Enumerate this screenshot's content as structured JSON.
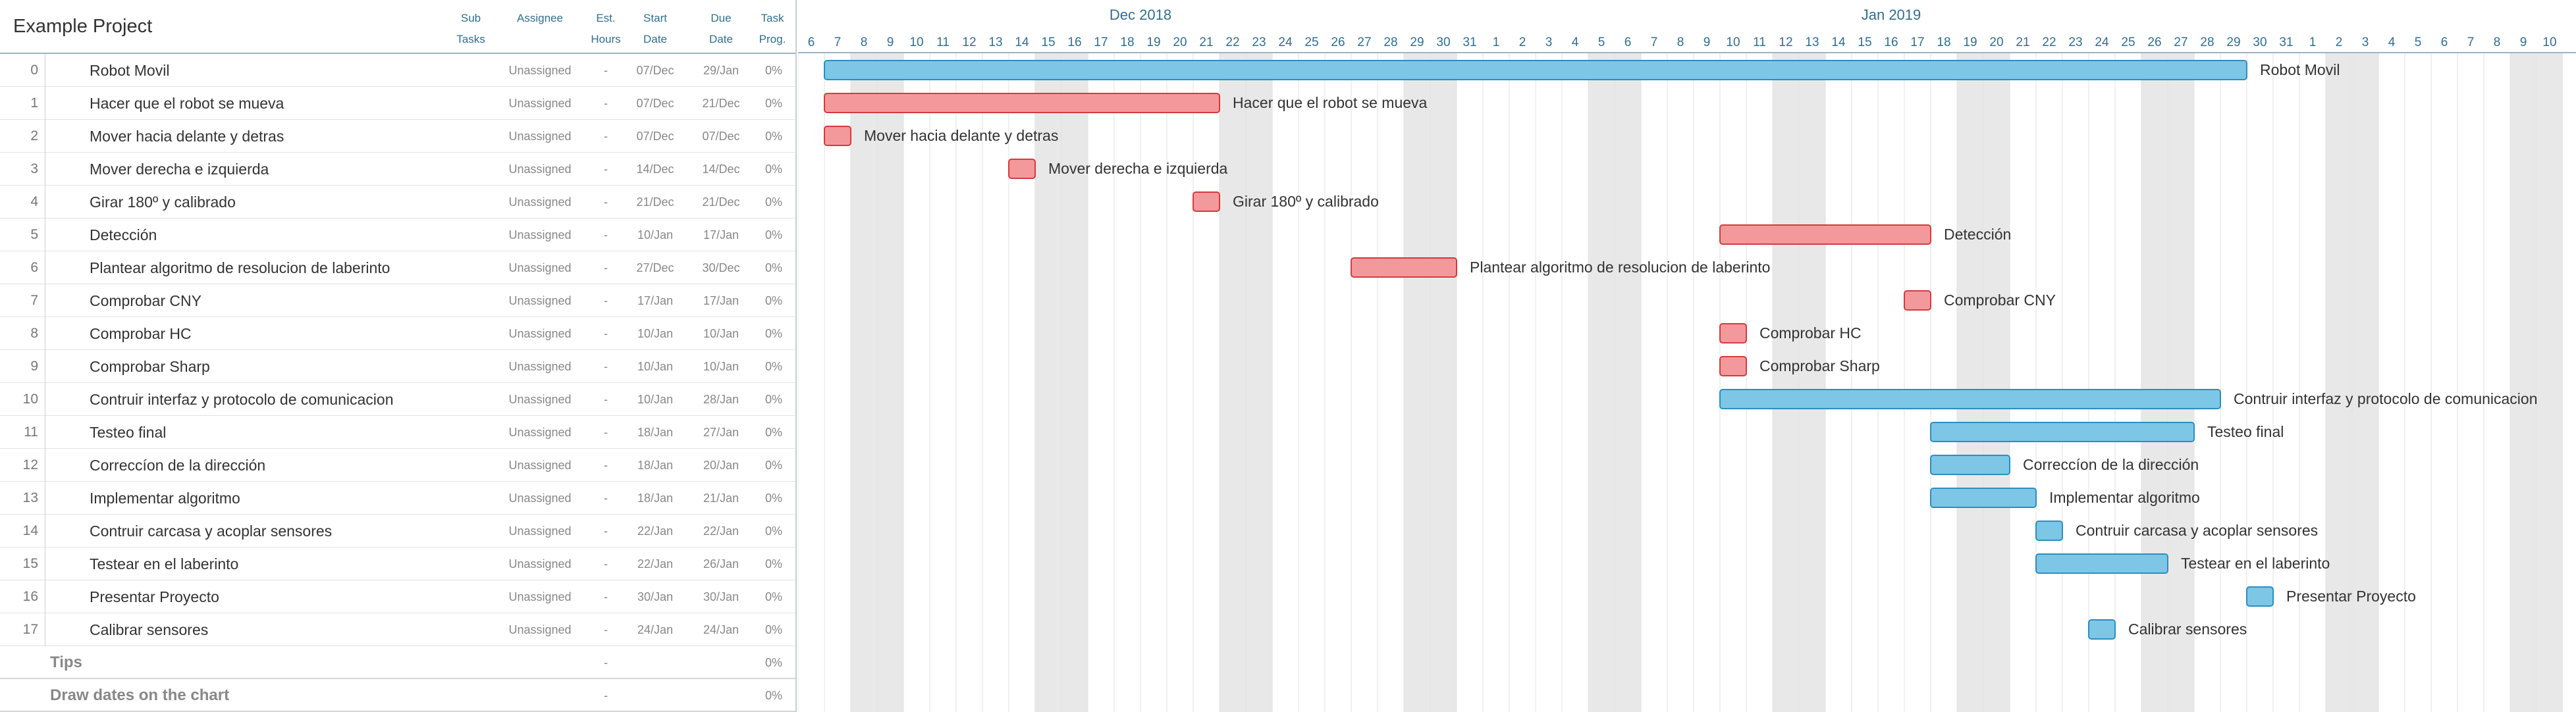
{
  "project": {
    "title": "Example Project"
  },
  "columns": {
    "sub_tasks": [
      "Sub",
      "Tasks"
    ],
    "assignee": "Assignee",
    "est_hours": [
      "Est.",
      "Hours"
    ],
    "start_date": [
      "Start",
      "Date"
    ],
    "due_date": [
      "Due",
      "Date"
    ],
    "task_prog": [
      "Task",
      "Prog."
    ]
  },
  "tasks": [
    {
      "idx": "0",
      "name": "Robot Movil",
      "assignee": "Unassigned",
      "hours": "-",
      "start": "07/Dec",
      "due": "29/Jan",
      "prog": "0%"
    },
    {
      "idx": "1",
      "name": "Hacer que el robot se mueva",
      "assignee": "Unassigned",
      "hours": "-",
      "start": "07/Dec",
      "due": "21/Dec",
      "prog": "0%"
    },
    {
      "idx": "2",
      "name": "Mover hacia delante y detras",
      "assignee": "Unassigned",
      "hours": "-",
      "start": "07/Dec",
      "due": "07/Dec",
      "prog": "0%"
    },
    {
      "idx": "3",
      "name": "Mover derecha e izquierda",
      "assignee": "Unassigned",
      "hours": "-",
      "start": "14/Dec",
      "due": "14/Dec",
      "prog": "0%"
    },
    {
      "idx": "4",
      "name": "Girar 180º y calibrado",
      "assignee": "Unassigned",
      "hours": "-",
      "start": "21/Dec",
      "due": "21/Dec",
      "prog": "0%"
    },
    {
      "idx": "5",
      "name": "Detección",
      "assignee": "Unassigned",
      "hours": "-",
      "start": "10/Jan",
      "due": "17/Jan",
      "prog": "0%"
    },
    {
      "idx": "6",
      "name": "Plantear algoritmo de resolucion de laberinto",
      "assignee": "Unassigned",
      "hours": "-",
      "start": "27/Dec",
      "due": "30/Dec",
      "prog": "0%"
    },
    {
      "idx": "7",
      "name": "Comprobar CNY",
      "assignee": "Unassigned",
      "hours": "-",
      "start": "17/Jan",
      "due": "17/Jan",
      "prog": "0%"
    },
    {
      "idx": "8",
      "name": "Comprobar HC",
      "assignee": "Unassigned",
      "hours": "-",
      "start": "10/Jan",
      "due": "10/Jan",
      "prog": "0%"
    },
    {
      "idx": "9",
      "name": "Comprobar Sharp",
      "assignee": "Unassigned",
      "hours": "-",
      "start": "10/Jan",
      "due": "10/Jan",
      "prog": "0%"
    },
    {
      "idx": "10",
      "name": "Contruir interfaz y protocolo de comunicacion",
      "assignee": "Unassigned",
      "hours": "-",
      "start": "10/Jan",
      "due": "28/Jan",
      "prog": "0%"
    },
    {
      "idx": "11",
      "name": "Testeo final",
      "assignee": "Unassigned",
      "hours": "-",
      "start": "18/Jan",
      "due": "27/Jan",
      "prog": "0%"
    },
    {
      "idx": "12",
      "name": "Correccíon de la dirección",
      "assignee": "Unassigned",
      "hours": "-",
      "start": "18/Jan",
      "due": "20/Jan",
      "prog": "0%"
    },
    {
      "idx": "13",
      "name": "Implementar algoritmo",
      "assignee": "Unassigned",
      "hours": "-",
      "start": "18/Jan",
      "due": "21/Jan",
      "prog": "0%"
    },
    {
      "idx": "14",
      "name": "Contruir carcasa y acoplar sensores",
      "assignee": "Unassigned",
      "hours": "-",
      "start": "22/Jan",
      "due": "22/Jan",
      "prog": "0%"
    },
    {
      "idx": "15",
      "name": "Testear en el laberinto",
      "assignee": "Unassigned",
      "hours": "-",
      "start": "22/Jan",
      "due": "26/Jan",
      "prog": "0%"
    },
    {
      "idx": "16",
      "name": "Presentar Proyecto",
      "assignee": "Unassigned",
      "hours": "-",
      "start": "30/Jan",
      "due": "30/Jan",
      "prog": "0%"
    },
    {
      "idx": "17",
      "name": "Calibrar sensores",
      "assignee": "Unassigned",
      "hours": "-",
      "start": "24/Jan",
      "due": "24/Jan",
      "prog": "0%"
    }
  ],
  "extra_rows": [
    {
      "name": "Tips",
      "hours": "-",
      "prog": "0%"
    },
    {
      "name": "Draw dates on the chart",
      "hours": "-",
      "prog": "0%"
    }
  ],
  "timeline": {
    "first_date": "2018-12-06",
    "months": [
      {
        "label": "Dec 2018",
        "start": "2018-12-06",
        "end": "2018-12-31"
      },
      {
        "label": "Jan 2019",
        "start": "2019-01-01",
        "end": "2019-01-31"
      }
    ],
    "days": [
      "6",
      "7",
      "8",
      "9",
      "10",
      "11",
      "12",
      "13",
      "14",
      "15",
      "16",
      "17",
      "18",
      "19",
      "20",
      "21",
      "22",
      "23",
      "24",
      "25",
      "26",
      "27",
      "28",
      "29",
      "30",
      "31",
      "1",
      "2",
      "3",
      "4",
      "5",
      "6",
      "7",
      "8",
      "9",
      "10",
      "11",
      "12",
      "13",
      "14",
      "15",
      "16",
      "17",
      "18",
      "19",
      "20",
      "21",
      "22",
      "23",
      "24",
      "25",
      "26",
      "27",
      "28",
      "29",
      "30",
      "31",
      "1",
      "2",
      "3",
      "4",
      "5",
      "6",
      "7",
      "8",
      "9",
      "10"
    ],
    "weekend_day_indices": [
      2,
      3,
      9,
      10,
      16,
      17,
      23,
      24,
      30,
      31,
      37,
      38,
      44,
      45,
      51,
      52,
      58,
      59,
      65,
      66
    ]
  },
  "bars": [
    {
      "task": 0,
      "start": "2018-12-07",
      "end": "2019-01-29",
      "color": "#7ec6e6",
      "stroke": "#2a8fc0",
      "label": "Robot Movil"
    },
    {
      "task": 1,
      "start": "2018-12-07",
      "end": "2018-12-21",
      "color": "#f4999b",
      "stroke": "#d23b40",
      "label": "Hacer que el robot se mueva"
    },
    {
      "task": 2,
      "start": "2018-12-07",
      "end": "2018-12-07",
      "color": "#f4999b",
      "stroke": "#d23b40",
      "label": "Mover hacia delante y detras"
    },
    {
      "task": 3,
      "start": "2018-12-14",
      "end": "2018-12-14",
      "color": "#f4999b",
      "stroke": "#d23b40",
      "label": "Mover derecha e izquierda"
    },
    {
      "task": 4,
      "start": "2018-12-21",
      "end": "2018-12-21",
      "color": "#f4999b",
      "stroke": "#d23b40",
      "label": "Girar 180º y calibrado"
    },
    {
      "task": 5,
      "start": "2019-01-10",
      "end": "2019-01-17",
      "color": "#f4999b",
      "stroke": "#d23b40",
      "label": "Detección"
    },
    {
      "task": 6,
      "start": "2018-12-27",
      "end": "2018-12-30",
      "color": "#f4999b",
      "stroke": "#d23b40",
      "label": "Plantear algoritmo de resolucion de laberinto"
    },
    {
      "task": 7,
      "start": "2019-01-17",
      "end": "2019-01-17",
      "color": "#f4999b",
      "stroke": "#d23b40",
      "label": "Comprobar CNY"
    },
    {
      "task": 8,
      "start": "2019-01-10",
      "end": "2019-01-10",
      "color": "#f4999b",
      "stroke": "#d23b40",
      "label": "Comprobar HC"
    },
    {
      "task": 9,
      "start": "2019-01-10",
      "end": "2019-01-10",
      "color": "#f4999b",
      "stroke": "#d23b40",
      "label": "Comprobar Sharp"
    },
    {
      "task": 10,
      "start": "2019-01-10",
      "end": "2019-01-28",
      "color": "#7ec6e6",
      "stroke": "#2a8fc0",
      "label": "Contruir interfaz y protocolo de comunicacion"
    },
    {
      "task": 11,
      "start": "2019-01-18",
      "end": "2019-01-27",
      "color": "#7ec6e6",
      "stroke": "#2a8fc0",
      "label": "Testeo final"
    },
    {
      "task": 12,
      "start": "2019-01-18",
      "end": "2019-01-20",
      "color": "#7ec6e6",
      "stroke": "#2a8fc0",
      "label": "Correccíon de la dirección"
    },
    {
      "task": 13,
      "start": "2019-01-18",
      "end": "2019-01-21",
      "color": "#7ec6e6",
      "stroke": "#2a8fc0",
      "label": "Implementar algoritmo"
    },
    {
      "task": 14,
      "start": "2019-01-22",
      "end": "2019-01-22",
      "color": "#7ec6e6",
      "stroke": "#2a8fc0",
      "label": "Contruir carcasa y acoplar sensores"
    },
    {
      "task": 15,
      "start": "2019-01-22",
      "end": "2019-01-26",
      "color": "#7ec6e6",
      "stroke": "#2a8fc0",
      "label": "Testear en el laberinto"
    },
    {
      "task": 16,
      "start": "2019-01-30",
      "end": "2019-01-30",
      "color": "#7ec6e6",
      "stroke": "#2a8fc0",
      "label": "Presentar Proyecto"
    },
    {
      "task": 17,
      "start": "2019-01-24",
      "end": "2019-01-24",
      "color": "#7ec6e6",
      "stroke": "#2a8fc0",
      "label": "Calibrar sensores"
    }
  ],
  "colors": {
    "header_text": "#2f6e93",
    "weekend_shade": "#e8e8e8",
    "grid_line": "#e2e2e2"
  }
}
